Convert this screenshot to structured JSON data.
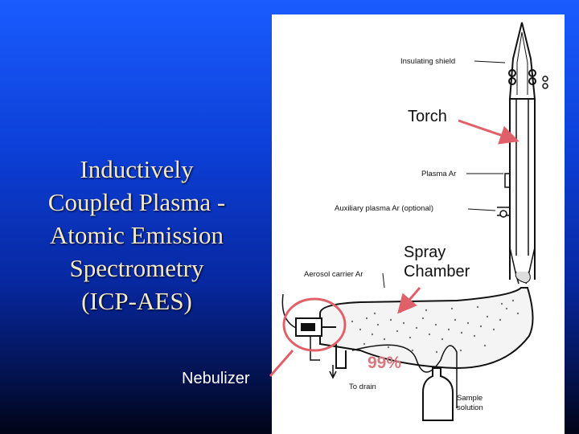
{
  "title_lines": [
    "Inductively",
    "Coupled Plasma -",
    "Atomic Emission",
    "Spectrometry",
    "(ICP-AES)"
  ],
  "labels": {
    "torch": "Torch",
    "spray_chamber": [
      "Spray",
      "Chamber"
    ],
    "nebulizer": "Nebulizer",
    "percent": "99%"
  },
  "diagram_labels": {
    "insulating_shield": "Insulating shield",
    "plasma_ar": "Plasma Ar",
    "auxiliary": "Auxiliary plasma Ar (optional)",
    "aerosol": "Aerosol carrier Ar",
    "to_drain": "To drain",
    "sample": [
      "Sample",
      "solution"
    ]
  },
  "colors": {
    "title": "#f2e9c8",
    "arrow": "#e0606a",
    "percent": "#d9777f"
  }
}
